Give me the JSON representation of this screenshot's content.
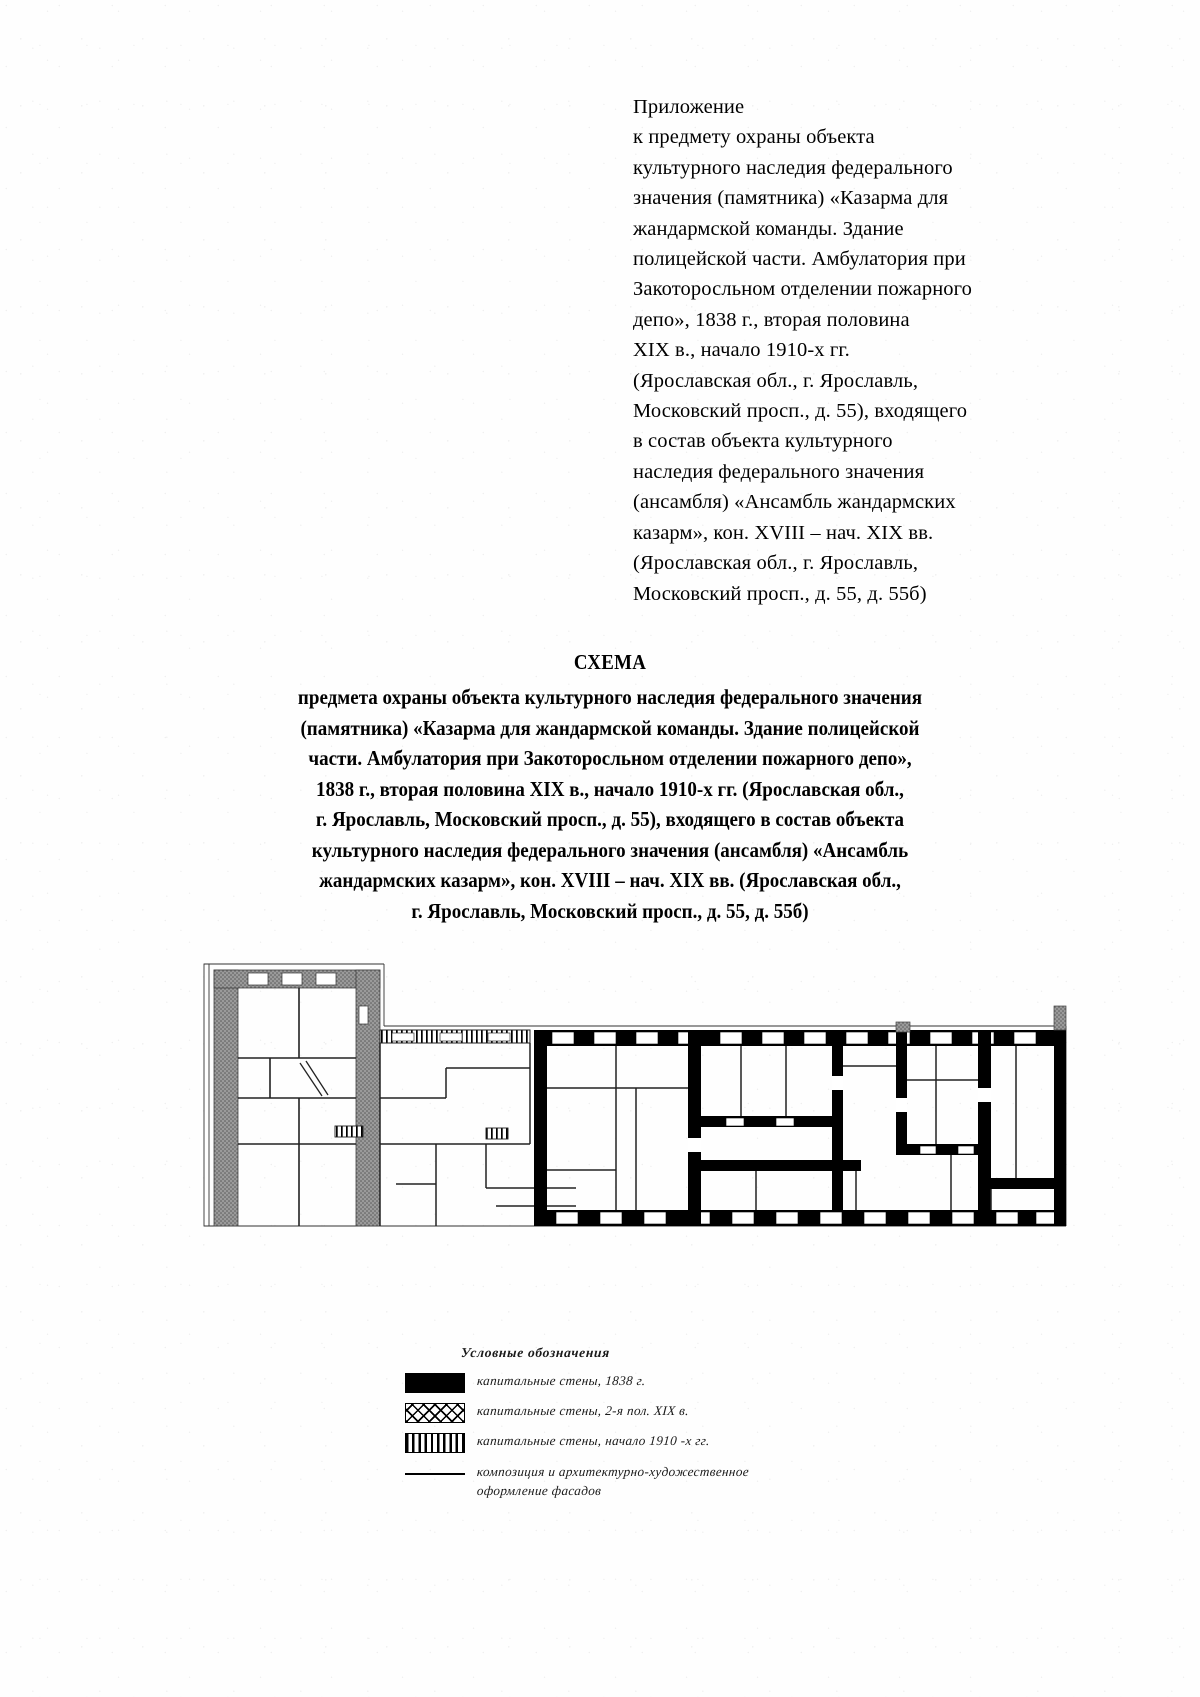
{
  "document": {
    "header": {
      "lines": [
        "Приложение",
        "к предмету охраны объекта",
        "культурного наследия федерального",
        "значения (памятника) «Казарма для",
        "жандармской команды. Здание",
        "полицейской части. Амбулатория при",
        "Закоторосльном отделении пожарного",
        "депо», 1838 г., вторая половина",
        "XIX в., начало 1910-х гг.",
        "(Ярославская обл., г. Ярославль,",
        "Московский просп., д. 55), входящего",
        "в состав объекта культурного",
        "наследия федерального значения",
        "(ансамбля) «Ансамбль жандармских",
        "казарм», кон. XVIII – нач. XIX вв.",
        "(Ярославская обл., г. Ярославль,",
        "Московский просп., д. 55, д. 55б)"
      ]
    },
    "title": {
      "heading": "СХЕМА",
      "lines": [
        "предмета охраны объекта культурного наследия федерального значения",
        "(памятника) «Казарма для жандармской команды. Здание полицейской",
        "части. Амбулатория при Закоторосльном отделении пожарного депо»,",
        "1838 г., вторая половина XIX в., начало 1910-х гг. (Ярославская обл.,",
        "г. Ярославль, Московский просп., д. 55), входящего в состав объекта",
        "культурного наследия федерального значения (ансамбля) «Ансамбль",
        "жандармских казарм», кон. XVIII – нач. XIX вв. (Ярославская обл.,",
        "г. Ярославль, Московский просп., д. 55, д. 55б)"
      ]
    },
    "legend": {
      "title": "Условные обозначения",
      "items": [
        {
          "swatch": "solid-black",
          "label": "капитальные стены, 1838 г."
        },
        {
          "swatch": "cross-hatch",
          "label": "капитальные стены, 2-я пол. XIX в."
        },
        {
          "swatch": "vertical-stripe",
          "label": "капитальные стены, начало 1910 -х гг."
        },
        {
          "swatch": "thin-line",
          "label_line1": "композиция и архитектурно-художественное",
          "label_line2": "оформление фасадов"
        }
      ]
    },
    "plan": {
      "caption": "floor-plan",
      "colors": {
        "wall_1838": "#000000",
        "wall_19c": "#8c8c8c",
        "wall_1910": "#555555",
        "thin_line": "#1a1a1a"
      }
    }
  }
}
